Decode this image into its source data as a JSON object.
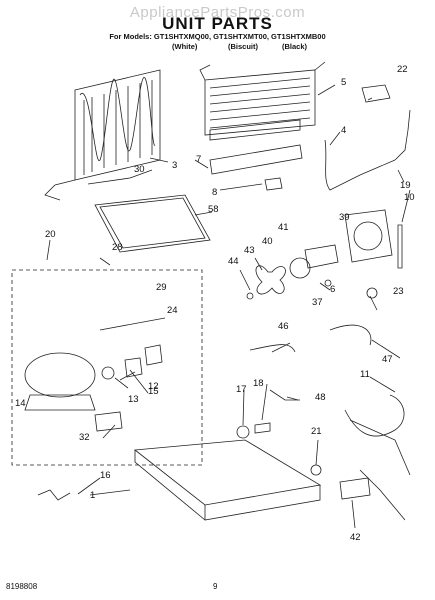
{
  "header": {
    "watermark": "AppliancePartsPros.com",
    "title": "UNIT PARTS",
    "models_line": "For Models: GT1SHTXMQ00, GT1SHTXMT00, GT1SHTXMB00",
    "variants": [
      "(White)",
      "(Biscuit)",
      "(Black)"
    ]
  },
  "diagram": {
    "callouts": [
      "1",
      "3",
      "4",
      "5",
      "6",
      "7",
      "8",
      "10",
      "11",
      "12",
      "13",
      "14",
      "15",
      "16",
      "17",
      "18",
      "19",
      "20",
      "21",
      "22",
      "23",
      "24",
      "28",
      "29",
      "30",
      "32",
      "37",
      "39",
      "40",
      "41",
      "42",
      "43",
      "44",
      "46",
      "47",
      "48",
      "58"
    ]
  },
  "footer": {
    "doc_number": "8198808",
    "page_number": "9"
  }
}
